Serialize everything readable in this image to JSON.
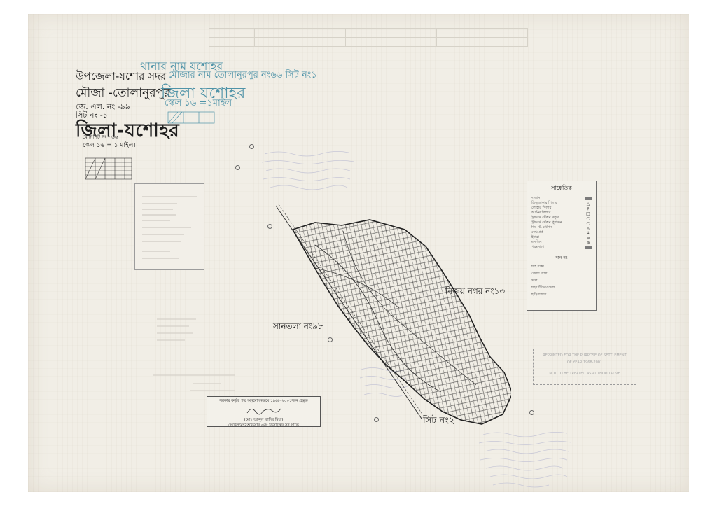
{
  "header_block": {
    "line1": "থানার নাম যশোহর",
    "line2": "উপজেলা-যশোর সদর",
    "line2_stamp": "মৌজার নাম তোলানুরপুর নং৬৬ সিট নং১",
    "mouza": "মৌজা -তোলানুরপুর",
    "district_stamp": "জিলা যশোহর",
    "jl_no": "জে. এল. নং -৯৯",
    "sheet_no": "সিট নং -১",
    "scale_stamp": "স্কেল ১৬ =১মাইল",
    "district": "জিলা-যশোহর",
    "total_sheets": "মোট শিট নং - ৬৬",
    "scale": "স্কেল ১৬ = ১ মাইল।"
  },
  "map_labels": {
    "east_neighbor": "বিজয় নগর নং১৩",
    "west_neighbor": "সানতলা নং৯৮",
    "bottom_sheet": "সিট নং২"
  },
  "legend": {
    "title": "সাঙ্কেতিক",
    "items": [
      {
        "label": "দালান",
        "symbol": "rect"
      },
      {
        "label": "ত্রিভুজাকার পিলার",
        "symbol": "△"
      },
      {
        "label": "লোহার পিলার",
        "symbol": "⫯"
      },
      {
        "label": "আমিন পিলার",
        "symbol": "□"
      },
      {
        "label": "ট্রাভার্স স্টেশন নতুন",
        "symbol": "○"
      },
      {
        "label": "ট্রাভার্স স্টেশন পুরাতন",
        "symbol": "○"
      },
      {
        "label": "জি. টি. স্টেশন",
        "symbol": "◬"
      },
      {
        "label": "বেঞ্চমার্ক",
        "symbol": "↨"
      },
      {
        "label": "ইদারা",
        "symbol": "⊚"
      },
      {
        "label": "মসজিদ",
        "symbol": "⊛"
      },
      {
        "label": "পয়ঃনালা",
        "symbol": "rect"
      }
    ],
    "section2_title": "দাগ নং",
    "section2_lines": [
      "শাহ রাস্তা ...",
      "জেলা রাস্তা ...",
      "খাল ...",
      "শহর টিউবওয়েল ...",
      "হাট/বাজার ..."
    ]
  },
  "certification": {
    "line1": "সরকার কর্তৃক গত অনুমোদনক্রমে ১৯৬৮-২০০১সনে প্রস্তুত",
    "signature": "Signature",
    "line2": "(মোঃ আব্দুল কাদির মিয়া)",
    "line3": "সেটেলমেন্ট অফিসার এবং ডিসট্রিক্টদ সব সার্ভে"
  },
  "reproduction_note": {
    "line1": "REPRINTED FOR THE PURPOSE OF SETTLEMENT",
    "line2": "OF YEAR 1968-2001",
    "line3": "NOT TO BE TREATED AS AUTHORITATIVE"
  },
  "colors": {
    "stamp_blue": "#4f93a8",
    "paper": "#f1eee6",
    "ink": "#1f1f1f"
  }
}
